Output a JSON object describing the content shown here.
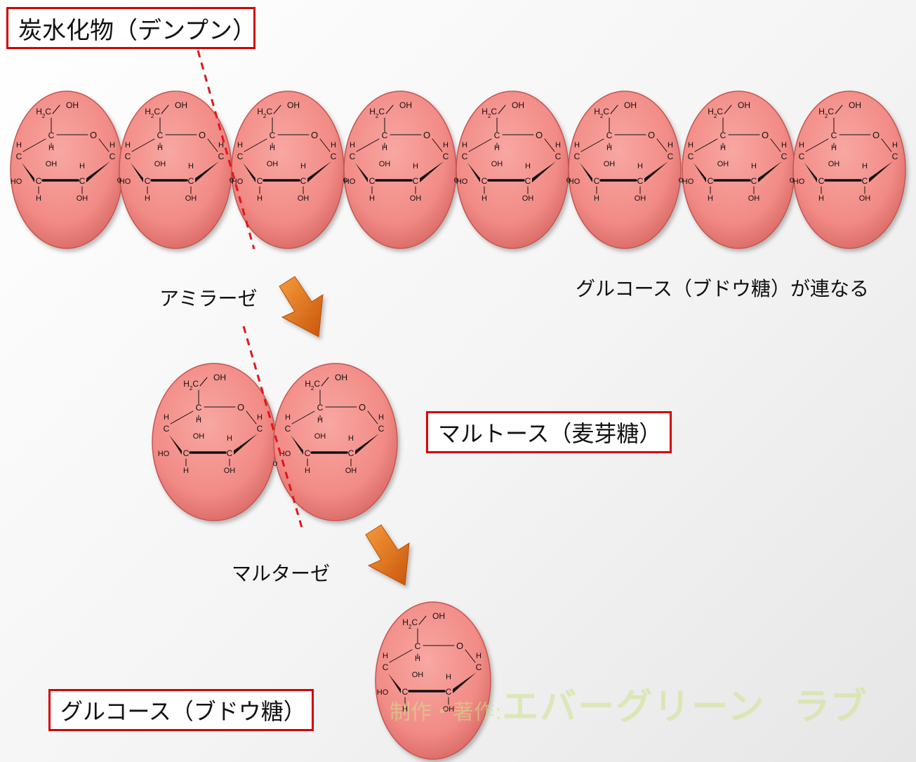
{
  "title": "炭水化物（デンプン）",
  "enzymes": {
    "amylase": "アミラーゼ",
    "maltase": "マルターゼ"
  },
  "chain_caption": "グルコース（ブドウ糖）が連なる",
  "maltose_label": "マルトース（麦芽糖）",
  "glucose_label": "グルコース（ブドウ糖）",
  "watermark": {
    "credit": "制作・著作:",
    "name": "エバーグリーン",
    "brand": "ラブ"
  },
  "molecule_atoms": {
    "hydroxymethyl_H": "H",
    "hydroxymethyl_sub": "2",
    "hydroxymethyl_C": "C",
    "hydroxymethyl_OH": "OH",
    "ring_O": "O",
    "carbon": "C",
    "hydrogen": "H",
    "hydroxyl": "OH",
    "hydroxyl_left": "HO",
    "link_O": "o"
  },
  "colors": {
    "cell_fill": "#f28b86",
    "cell_edge": "#c55550",
    "frame_red": "#d40000",
    "dash_red": "#e0161b",
    "arrow_orange": "#e8750f"
  }
}
